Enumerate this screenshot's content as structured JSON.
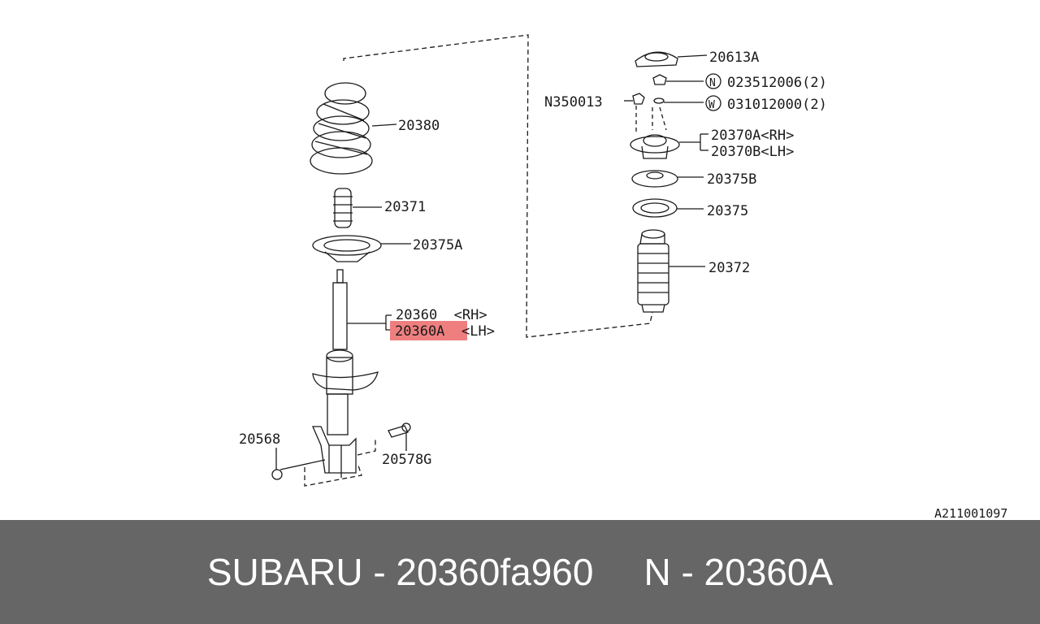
{
  "diagram": {
    "doc_number": "A211001097",
    "highlight_color": "#ef7f7f",
    "parts": {
      "spring": "20380",
      "bump_stop": "20371",
      "spring_seat_lower": "20375A",
      "strut_rh": "20360  <RH>",
      "strut_lh_code": "20360A",
      "strut_lh_side": "<LH>",
      "bolt_left": "20568",
      "bolt_right": "20578G",
      "mount_cap": "20613A",
      "nut_ref": "023512006(2)",
      "nut_symbol": "N",
      "washer_ref": "031012000(2)",
      "washer_symbol": "W",
      "nut_left": "N350013",
      "mount_rh": "20370A<RH>",
      "mount_lh": "20370B<LH>",
      "seat_upper_b": "20375B",
      "seat_upper": "20375",
      "dust_boot": "20372"
    }
  },
  "footer": {
    "brand_part": "SUBARU - 20360fa960",
    "oem_part": "N - 20360A"
  }
}
